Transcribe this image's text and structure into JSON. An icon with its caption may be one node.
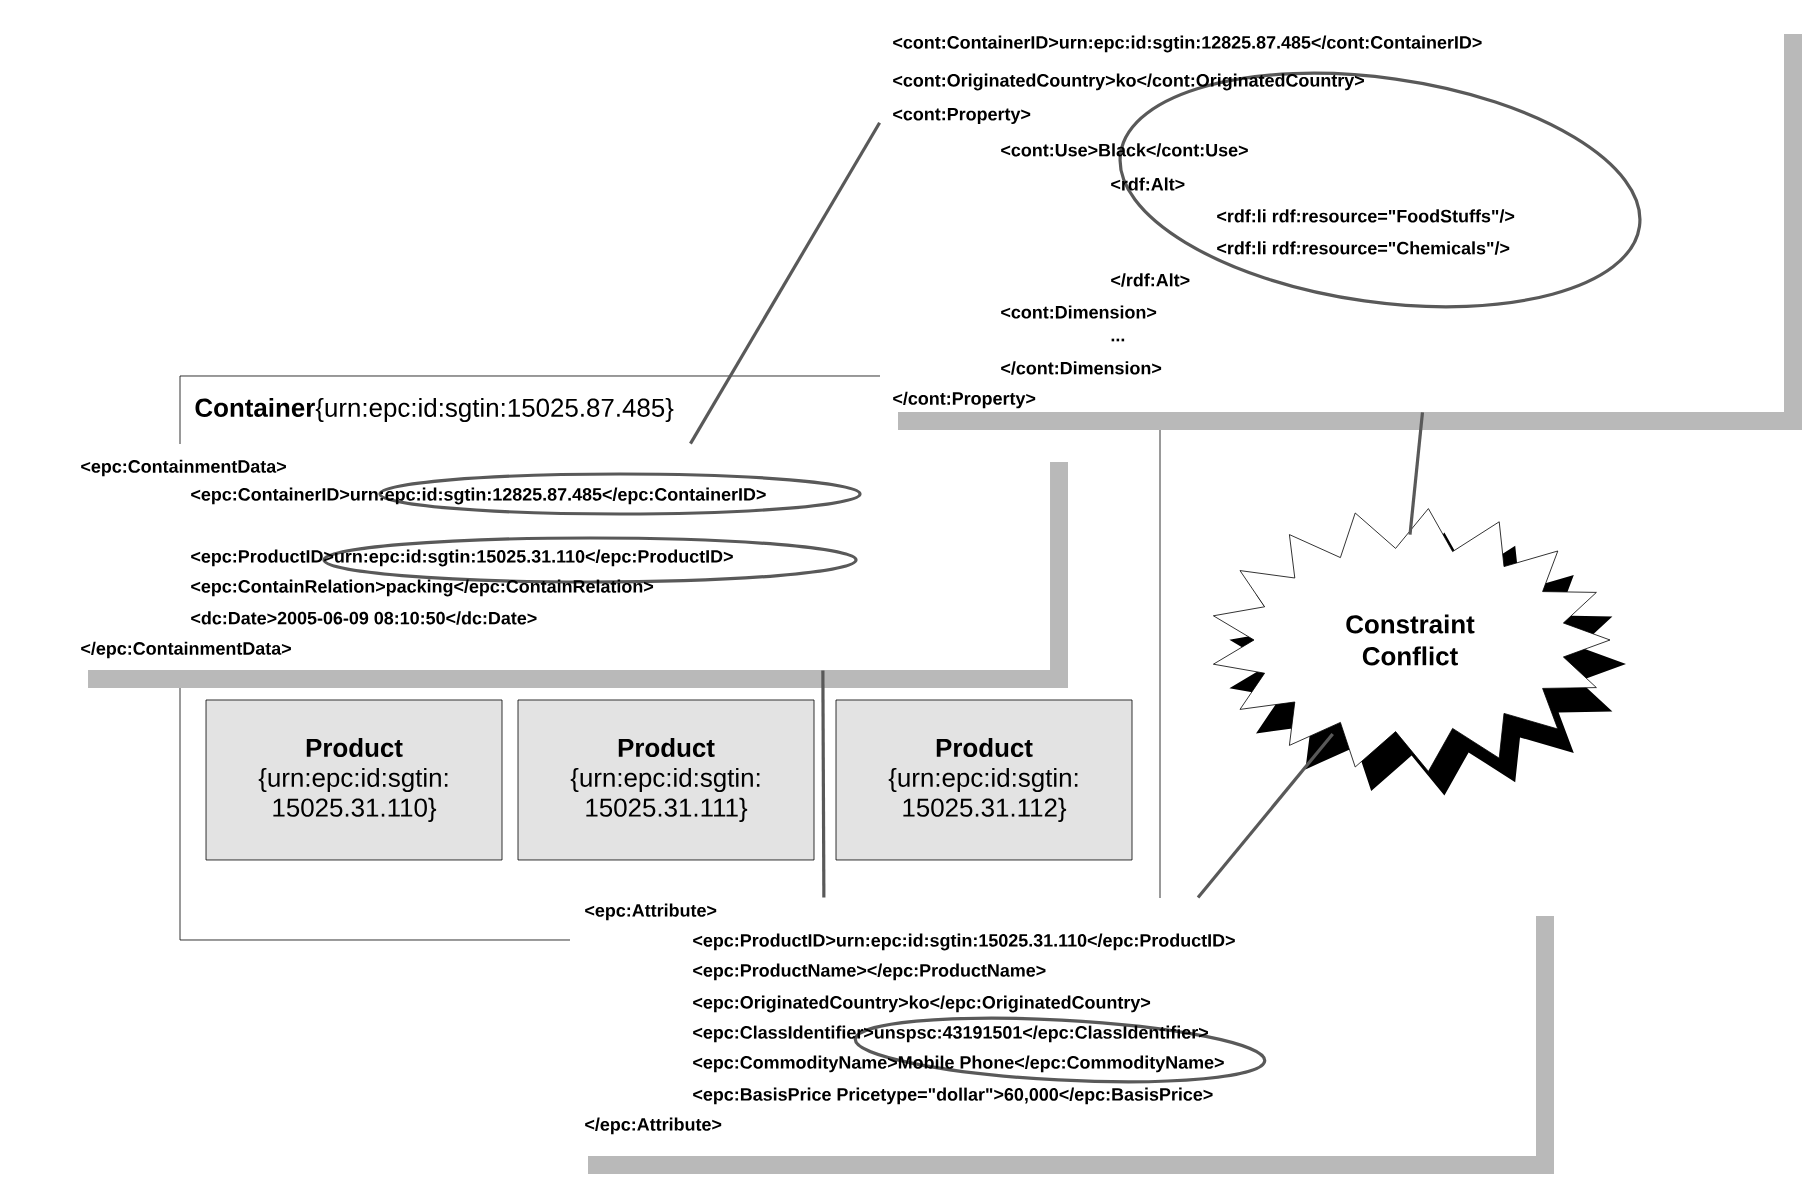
{
  "diagram": {
    "nodes": [
      {
        "text": [
          "<cont:ContainerID>urn:epc:id:sgtin:12825.87.485</cont:ContainerID>",
          "<cont:OriginatedCountry>ko</cont:OriginatedCountry>",
          "<cont:Property>",
          "<cont:Use>Black</cont:Use>",
          "<rdf:Alt>",
          "<rdf:li rdf:resource=\"FoodStuffs\"/>",
          "<rdf:li rdf:resource=\"Chemicals\"/>",
          "</rdf:Alt>",
          "<cont:Dimension>",
          "...",
          "</cont:Dimension>",
          "</cont:Property>"
        ]
      },
      {
        "text": [
          "**Container**{urn:epc:id:sgtin:15025.87.485}"
        ]
      },
      {
        "text": [
          "<epc:ContainmentData>",
          "<epc:ContainerID>urn:epc:id:sgtin:12825.87.485</epc:ContainerID>",
          "<epc:ProductID>urn:epc:id:sgtin:15025.31.110</epc:ProductID>",
          "<epc:ContainRelation>packing</epc:ContainRelation>",
          "<dc:Date>2005-06-09 08:10:50</dc:Date>",
          "</epc:ContainmentData>"
        ]
      },
      {
        "text": [
          "Product",
          "{urn:epc:id:sgtin: 15025.31.110}"
        ],
        "in": 1
      },
      {
        "text": [
          "Product",
          "{urn:epc:id:sgtin: 15025.31.111}"
        ],
        "in": 1
      },
      {
        "text": [
          "Product",
          "{urn:epc:id:sgtin: 15025.31.112}"
        ],
        "in": 1
      },
      {
        "text": [
          "Constraint Conflict"
        ]
      },
      {
        "text": [
          "<epc:Attribute>",
          "<epc:ProductID>urn:epc:id:sgtin:15025.31.110</epc:ProductID>",
          "<epc:ProductName></epc:ProductName>",
          "<epc:OriginatedCountry>ko</epc:OriginatedCountry>",
          "<epc:ClassIdentifier>unspsc:43191501</epc:ClassIdentifier>",
          "<epc:CommodityName>Mobile Phone</epc:CommodityName>",
          "<epc:BasisPrice Pricetype=\"dollar\">60,000</epc:BasisPrice>",
          "</epc:Attribute>"
        ]
      }
    ],
    "edges": [
      {
        "from": 2,
        "to": 0,
        "arrow": "none"
      },
      {
        "from": 2,
        "to": 7,
        "arrow": "none"
      },
      {
        "from": 0,
        "to": 6,
        "arrow": "none"
      },
      {
        "from": 6,
        "to": 7,
        "arrow": "none"
      }
    ]
  }
}
